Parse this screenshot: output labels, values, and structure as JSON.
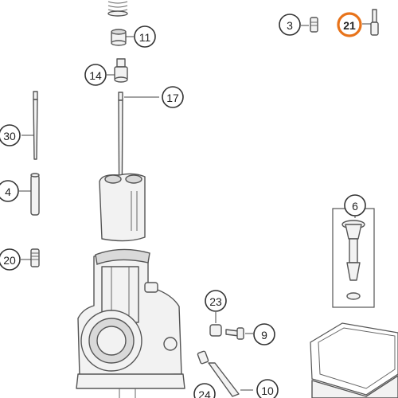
{
  "diagram": {
    "highlight_color": "#e8731a",
    "callouts": [
      {
        "id": "c3",
        "label": "3",
        "highlighted": false
      },
      {
        "id": "c21",
        "label": "21",
        "highlighted": true
      },
      {
        "id": "c11",
        "label": "11",
        "highlighted": false
      },
      {
        "id": "c14",
        "label": "14",
        "highlighted": false
      },
      {
        "id": "c17",
        "label": "17",
        "highlighted": false
      },
      {
        "id": "c30",
        "label": "30",
        "highlighted": false
      },
      {
        "id": "c4",
        "label": "4",
        "highlighted": false
      },
      {
        "id": "c6",
        "label": "6",
        "highlighted": false
      },
      {
        "id": "c20",
        "label": "20",
        "highlighted": false
      },
      {
        "id": "c23",
        "label": "23",
        "highlighted": false
      },
      {
        "id": "c9",
        "label": "9",
        "highlighted": false
      },
      {
        "id": "c24",
        "label": "24",
        "highlighted": false
      },
      {
        "id": "c10",
        "label": "10",
        "highlighted": false
      }
    ]
  }
}
